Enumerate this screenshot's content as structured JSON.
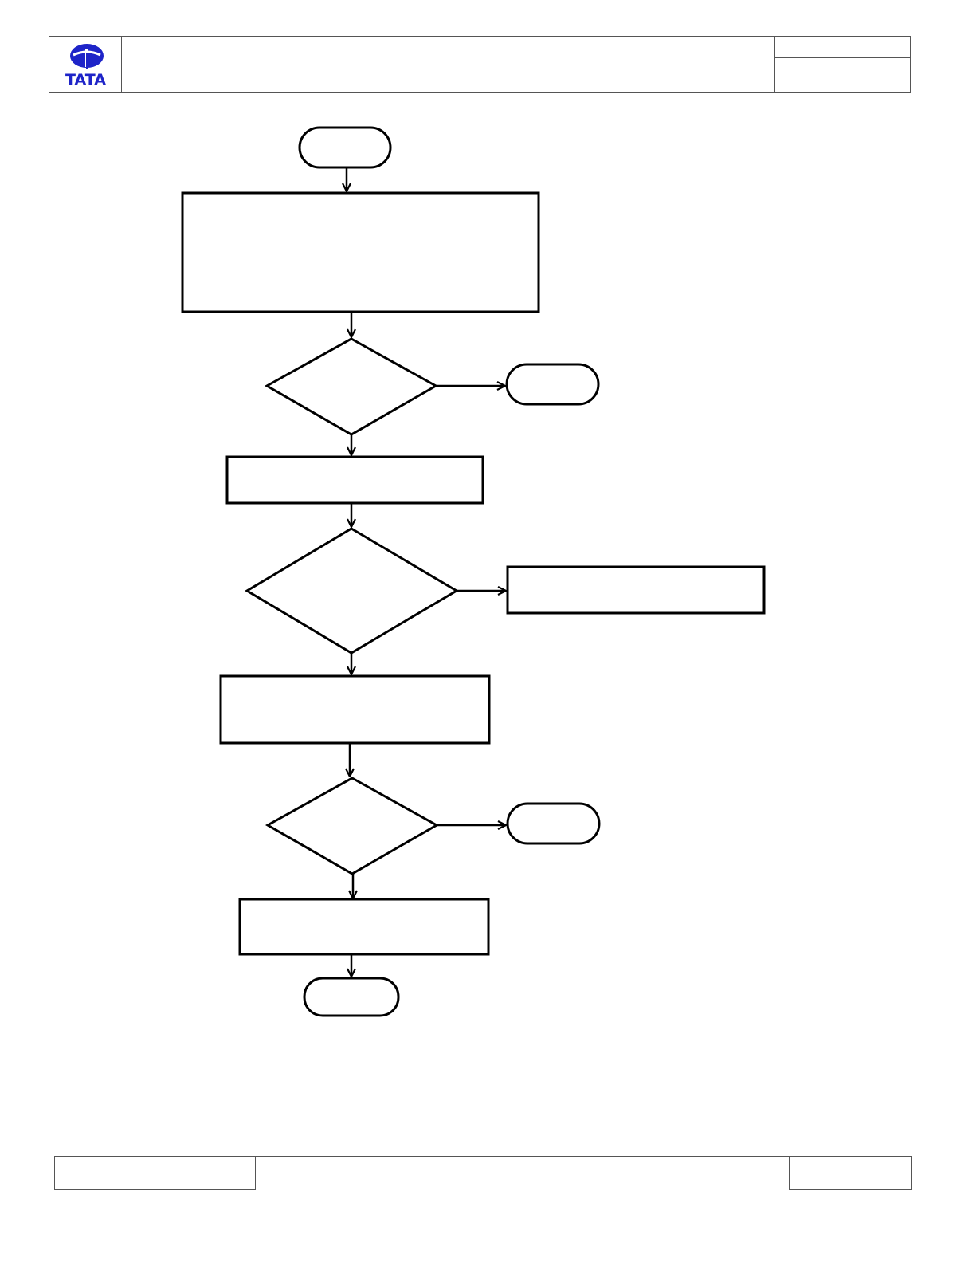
{
  "header": {
    "logo": {
      "name": "tata-logo-icon",
      "text": "TATA",
      "color": "#1e24c8"
    },
    "title": "",
    "doc_no": "",
    "rev": ""
  },
  "flowchart": {
    "nodes": [
      {
        "id": "start",
        "type": "terminator",
        "text": ""
      },
      {
        "id": "process-1",
        "type": "process",
        "text": ""
      },
      {
        "id": "decision-1",
        "type": "decision",
        "text": ""
      },
      {
        "id": "end-1",
        "type": "terminator",
        "text": ""
      },
      {
        "id": "process-2",
        "type": "process",
        "text": ""
      },
      {
        "id": "decision-2",
        "type": "decision",
        "text": ""
      },
      {
        "id": "process-side",
        "type": "process",
        "text": ""
      },
      {
        "id": "process-3",
        "type": "process",
        "text": ""
      },
      {
        "id": "decision-3",
        "type": "decision",
        "text": ""
      },
      {
        "id": "end-2",
        "type": "terminator",
        "text": ""
      },
      {
        "id": "process-4",
        "type": "process",
        "text": ""
      },
      {
        "id": "end-3",
        "type": "terminator",
        "text": ""
      }
    ],
    "edges": [
      [
        "start",
        "process-1"
      ],
      [
        "process-1",
        "decision-1"
      ],
      [
        "decision-1",
        "end-1"
      ],
      [
        "decision-1",
        "process-2"
      ],
      [
        "process-2",
        "decision-2"
      ],
      [
        "decision-2",
        "process-side"
      ],
      [
        "decision-2",
        "process-3"
      ],
      [
        "process-3",
        "decision-3"
      ],
      [
        "decision-3",
        "end-2"
      ],
      [
        "decision-3",
        "process-4"
      ],
      [
        "process-4",
        "end-3"
      ]
    ]
  },
  "footer": {
    "left": "",
    "middle": "",
    "right": ""
  }
}
